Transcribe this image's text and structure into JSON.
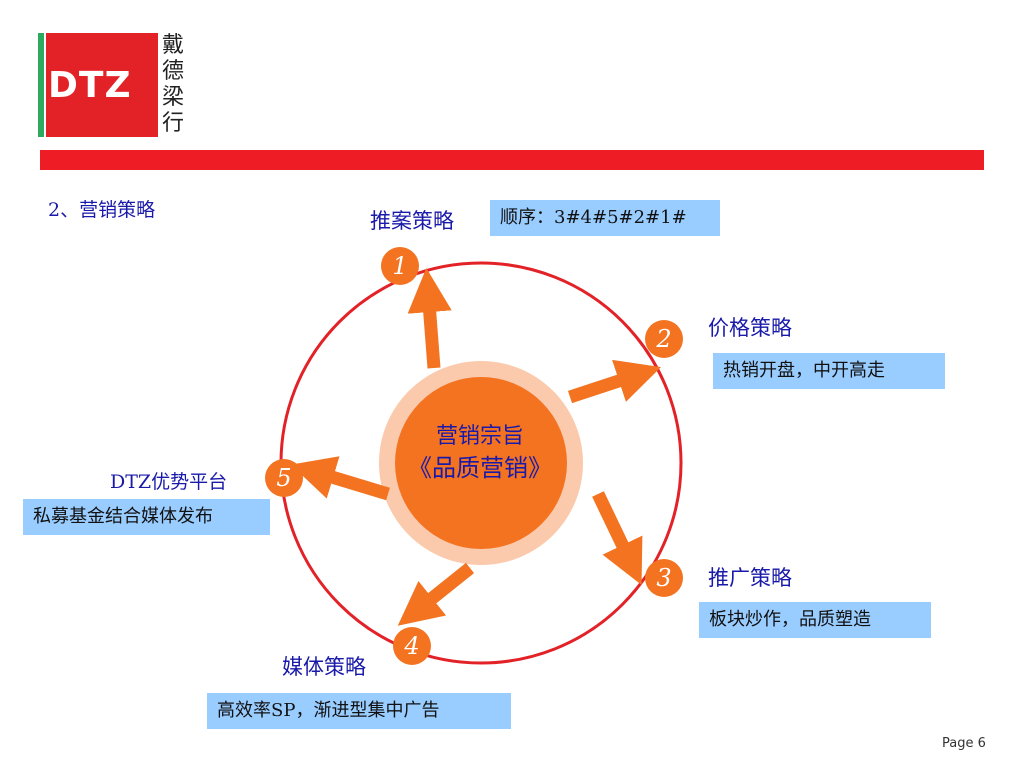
{
  "logo": {
    "brand": "DTZ",
    "cn_chars": [
      "戴",
      "德",
      "梁",
      "行"
    ]
  },
  "section_title": "2、营销策略",
  "center": {
    "line1": "营销宗旨",
    "line2": "《品质营销》"
  },
  "strategies": [
    {
      "number": "1",
      "label": "推案策略",
      "box": "顺序：3#4#5#2#1#"
    },
    {
      "number": "2",
      "label": "价格策略",
      "box": "热销开盘，中开高走"
    },
    {
      "number": "3",
      "label": "推广策略",
      "box": "板块炒作，品质塑造"
    },
    {
      "number": "4",
      "label": "媒体策略",
      "box": "高效率SP，渐进型集中广告"
    },
    {
      "number": "5",
      "label": "DTZ优势平台",
      "box": "私募基金结合媒体发布"
    }
  ],
  "colors": {
    "ring": "#e32228",
    "arrow": "#f37321",
    "halo": "#fbc9ab",
    "label": "#1a1aaa",
    "box": "#99ccff"
  },
  "footer": {
    "page": "Page  6"
  }
}
